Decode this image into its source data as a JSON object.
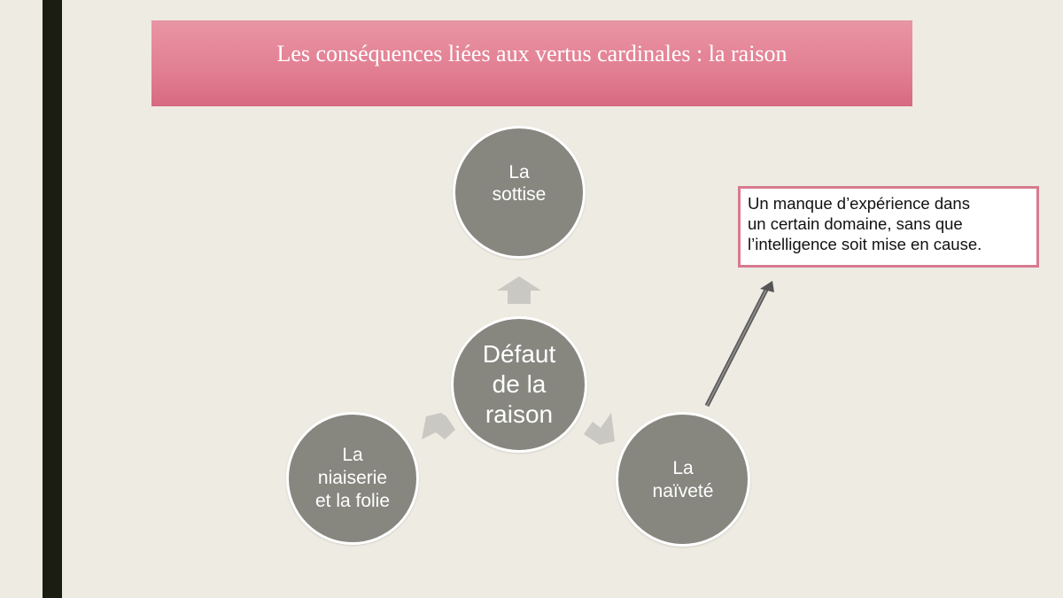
{
  "slide": {
    "title": "Les conséquences liées aux vertus cardinales : la raison"
  },
  "diagram": {
    "center": "Défaut\nde la\nraison",
    "top": "La\nsottise",
    "left": "La\nniaiserie\net la folie",
    "right": "La\nnaïveté"
  },
  "callout": {
    "text": "Un manque d’expérience dans\nun certain domaine, sans que\nl’intelligence soit mise en cause."
  },
  "colors": {
    "title_background": "#e27e92",
    "circle_fill": "#878780",
    "arrow_fill": "#c9c8c2",
    "callout_border": "#d87a8e",
    "left_bar": "#1b1c12",
    "background": "#eeebe3"
  }
}
